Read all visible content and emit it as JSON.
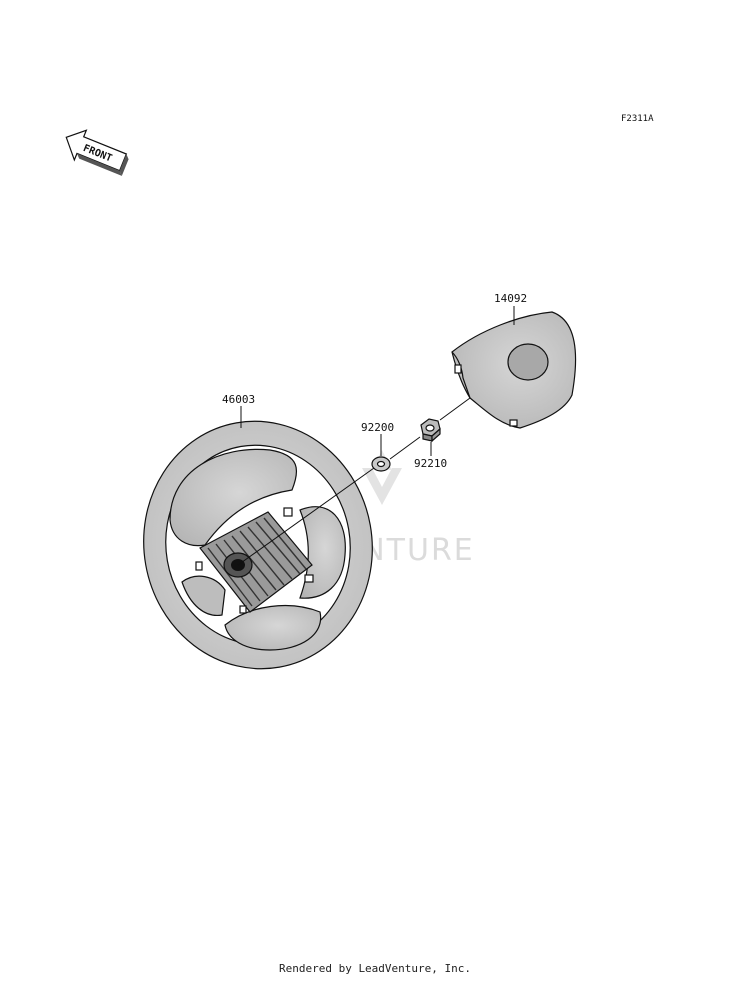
{
  "figure_code": "F2311A",
  "front_arrow": {
    "label": "FRONT"
  },
  "parts": [
    {
      "number": "46003",
      "name": ""
    },
    {
      "number": "92200",
      "name": ""
    },
    {
      "number": "92210",
      "name": ""
    },
    {
      "number": "14092",
      "name": ""
    }
  ],
  "watermark": {
    "text": "LEADVENTURE"
  },
  "footer": {
    "text": "Rendered by LeadVenture, Inc."
  },
  "colors": {
    "part_fill": "#cfcfcf",
    "part_dark": "#8a8a8a",
    "line": "#111111",
    "background": "#ffffff"
  }
}
